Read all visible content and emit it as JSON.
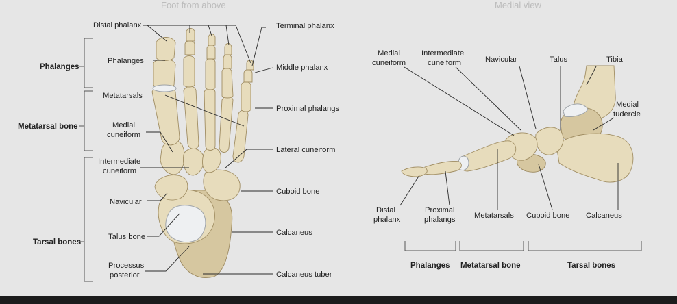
{
  "colors": {
    "background": "#e6e6e6",
    "bone": "#e7dcbc",
    "bone_shade": "#cbbb8f",
    "cartilage": "#eef0f2"
  },
  "top_view": {
    "title": "Foot from above",
    "left_labels": {
      "distal_phalanx": "Distal phalanx",
      "phalanges": "Phalanges",
      "metatarsals": "Metatarsals",
      "medial_cuneiform": [
        "Medial",
        "cuneiform"
      ],
      "intermediate_cuneiform": [
        "Intermediate",
        "cuneiform"
      ],
      "navicular": "Navicular",
      "talus_bone": "Talus bone",
      "processus_posterior": [
        "Processus",
        "posterior"
      ]
    },
    "right_labels": {
      "terminal_phalanx": "Terminal phalanx",
      "middle_phalanx": "Middle phalanx",
      "proximal_phalangs": "Proximal phalangs",
      "lateral_cuneiform": "Lateral cuneiform",
      "cuboid_bone": "Cuboid bone",
      "calcaneus": "Calcaneus",
      "calcaneus_tuber": "Calcaneus tuber"
    },
    "groups": {
      "phalanges": "Phalanges",
      "metatarsal_bone": "Metatarsal bone",
      "tarsal_bones": "Tarsal bones"
    }
  },
  "side_view": {
    "title": "Medial view",
    "top_labels": {
      "medial_cuneiform": [
        "Medial",
        "cuneiform"
      ],
      "intermediate_cuneiform": [
        "Intermediate",
        "cuneiform"
      ],
      "navicular": "Navicular",
      "talus": "Talus",
      "tibia": "Tibia",
      "medial_tudercle": [
        "Medial",
        "tudercle"
      ]
    },
    "bottom_labels": {
      "distal_phalanx": [
        "Distal",
        "phalanx"
      ],
      "proximal_phalangs": [
        "Proximal",
        "phalangs"
      ],
      "metatarsals": "Metatarsals",
      "cuboid_bone": "Cuboid bone",
      "calcaneus": "Calcaneus"
    },
    "groups": {
      "phalanges": "Phalanges",
      "metatarsal_bone": "Metatarsal bone",
      "tarsal_bones": "Tarsal bones"
    }
  }
}
